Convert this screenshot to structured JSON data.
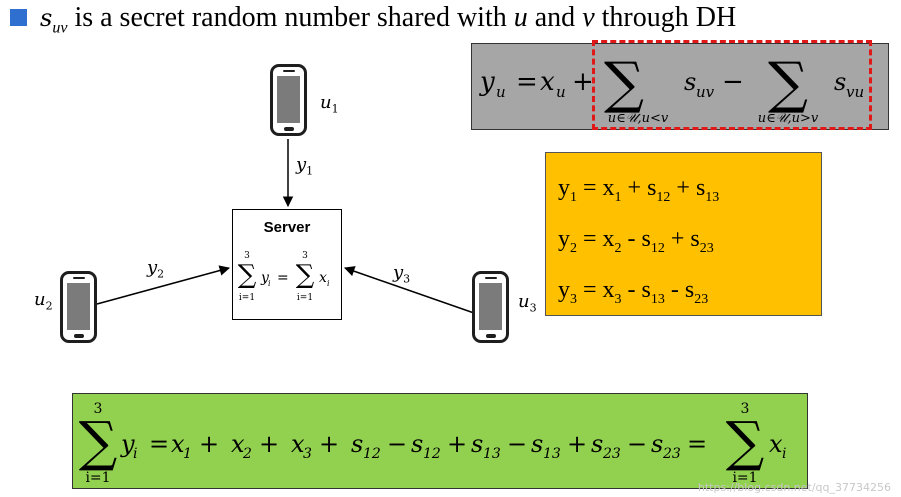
{
  "header": {
    "symbol": "s",
    "symbol_sub": "uv",
    "text": " is a secret random number shared with ",
    "u": "u",
    "and": " and ",
    "v": "v",
    "tail": " through DH"
  },
  "nodes": {
    "u1": {
      "name": "u",
      "sub": "1"
    },
    "u2": {
      "name": "u",
      "sub": "2"
    },
    "u3": {
      "name": "u",
      "sub": "3"
    },
    "server": {
      "title": "Server"
    }
  },
  "edges": {
    "y1": {
      "name": "y",
      "sub": "1"
    },
    "y2": {
      "name": "y",
      "sub": "2"
    },
    "y3": {
      "name": "y",
      "sub": "3"
    }
  },
  "server_equation": {
    "upper": "3",
    "lower": "i=1",
    "left_term": "y",
    "left_sub": "i",
    "equals": "=",
    "right_term": "x",
    "right_sub": "i"
  },
  "mask_formula": {
    "lhs": "y",
    "lhs_sub": "u",
    "eq": "=",
    "x": "x",
    "x_sub": "u",
    "plus": "+",
    "sum1_lower": "u∈𝒰,u<v",
    "s1": "s",
    "s1_sub": "uv",
    "minus": "−",
    "sum2_lower": "u∈𝒰,u>v",
    "s2": "s",
    "s2_sub": "vu"
  },
  "orange_equations": [
    {
      "lhs": "y",
      "lhs_sub": "1",
      "rhs_parts": [
        [
          "= x",
          "1"
        ],
        [
          " + s",
          "12"
        ],
        [
          " + s",
          "13"
        ]
      ]
    },
    {
      "lhs": "y",
      "lhs_sub": "2",
      "rhs_parts": [
        [
          "= x",
          "2"
        ],
        [
          " - s",
          "12"
        ],
        [
          " +  s",
          "23"
        ]
      ]
    },
    {
      "lhs": "y",
      "lhs_sub": "3",
      "rhs_parts": [
        [
          "= x",
          "3"
        ],
        [
          " - s",
          "13"
        ],
        [
          " - s",
          "23"
        ]
      ]
    }
  ],
  "total_formula": {
    "upper": "3",
    "lower": "i=1",
    "terms": [
      [
        "y",
        "i",
        "="
      ],
      [
        "x",
        "1",
        "+"
      ],
      [
        "x",
        "2",
        "+"
      ],
      [
        "x",
        "3",
        "+"
      ],
      [
        "s",
        "12",
        "−"
      ],
      [
        "s",
        "12",
        "+"
      ],
      [
        "s",
        "13",
        "−"
      ],
      [
        "s",
        "13",
        "+"
      ],
      [
        "s",
        "23",
        "−"
      ],
      [
        "s",
        "23",
        "="
      ]
    ],
    "final_term": "x",
    "final_sub": "i"
  },
  "watermark": "https://blog.csdn.net/qq_37734256",
  "colors": {
    "bullet": "#2e6fd0",
    "gray_box": "#a6a6a6",
    "red_dash": "#e01818",
    "orange_box": "#ffc000",
    "green_box": "#92d050",
    "phone_screen": "#7b7b7b"
  }
}
